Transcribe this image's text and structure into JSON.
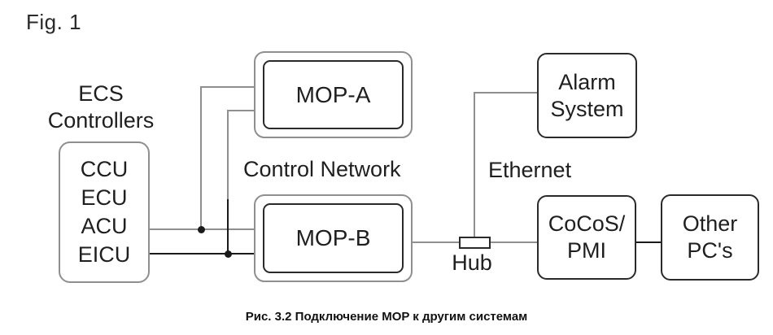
{
  "figure": {
    "fig_label": "Fig. 1",
    "caption": "Рис. 3.2 Подключение MOP к другим системам"
  },
  "labels": {
    "ecs_line1": "ECS",
    "ecs_line2": "Controllers",
    "control_network": "Control Network",
    "ethernet": "Ethernet",
    "hub": "Hub"
  },
  "nodes": {
    "ecs_items": [
      "CCU",
      "ECU",
      "ACU",
      "EICU"
    ],
    "mop_a": "MOP-A",
    "mop_b": "MOP-B",
    "alarm_line1": "Alarm",
    "alarm_line2": "System",
    "cocos_line1": "CoCoS/",
    "cocos_line2": "PMI",
    "other_line1": "Other",
    "other_line2": "PC's"
  },
  "colors": {
    "line-gray": "#8f8f8f",
    "line-dark": "#1a1a1a",
    "border-dark": "#2a2a2a"
  }
}
